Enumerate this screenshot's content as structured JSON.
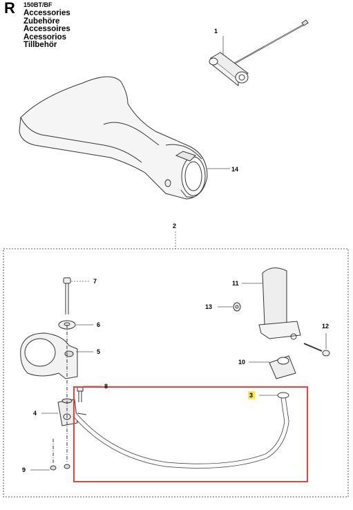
{
  "header": {
    "section_letter": "R",
    "model": "150BT/BF",
    "titles": [
      "Accessories",
      "Zubehöre",
      "Accessoires",
      "Acessorios",
      "Tillbehör"
    ]
  },
  "callouts": {
    "c1": "1",
    "c2": "2",
    "c3": "3",
    "c4": "4",
    "c5": "5",
    "c6": "6",
    "c7": "7",
    "c8": "8",
    "c9": "9",
    "c10": "10",
    "c11": "11",
    "c12": "12",
    "c13": "13",
    "c14": "14"
  },
  "colors": {
    "highlight_box": "#e8403f",
    "highlight_label": "#f7e64d",
    "line": "#333333",
    "part_fill": "#eeeeee"
  }
}
